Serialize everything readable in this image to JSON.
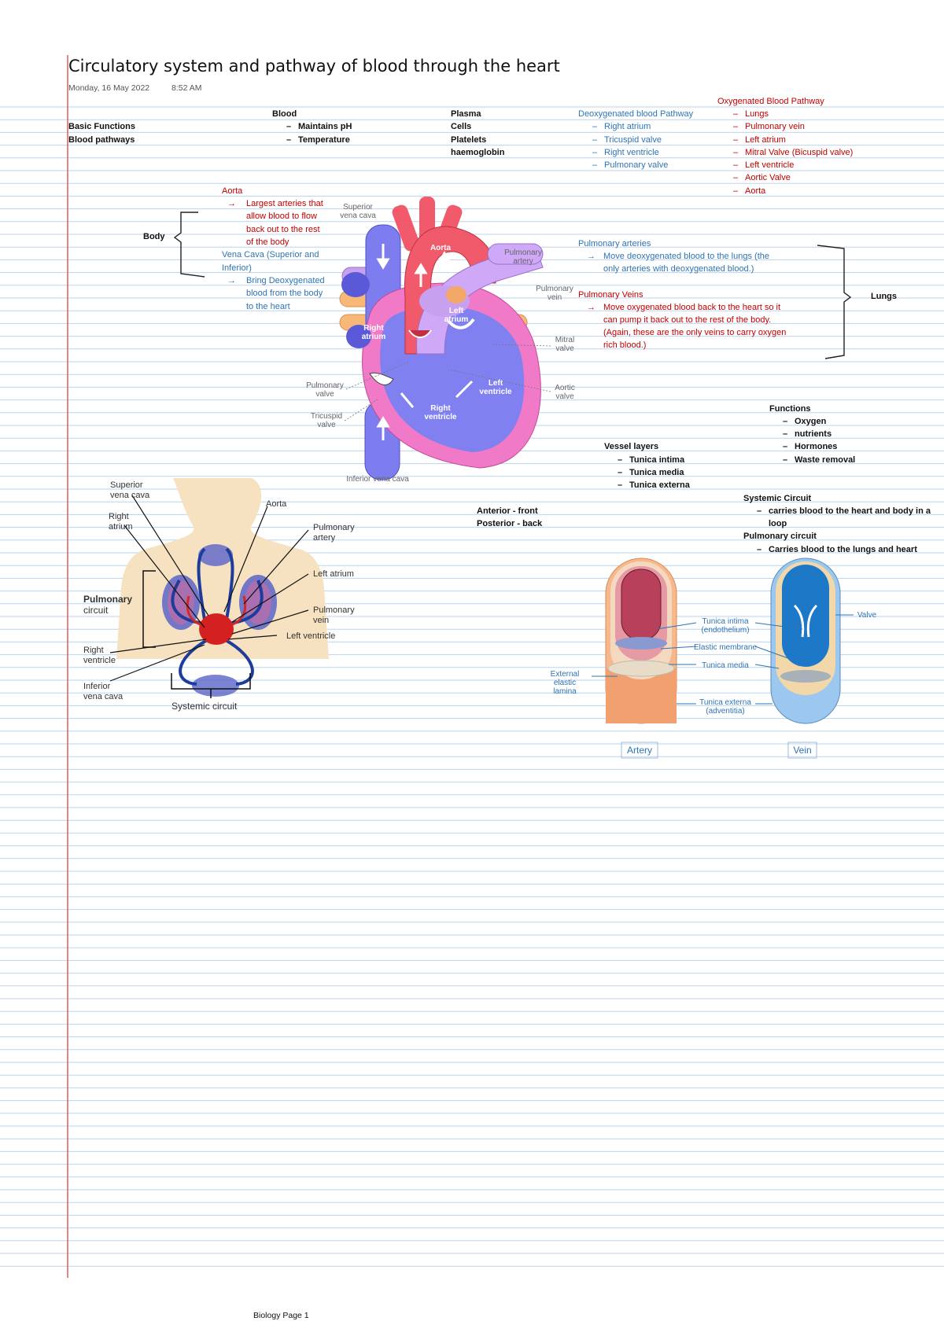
{
  "page": {
    "title": "Circulatory system and pathway of blood through the heart",
    "date": "Monday, 16 May 2022",
    "time": "8:52 AM",
    "footer": "Biology Page 1"
  },
  "notes": {
    "basic_functions": "Basic Functions",
    "blood_pathways": "Blood pathways",
    "blood": {
      "heading": "Blood",
      "items": [
        "Maintains pH",
        "Temperature"
      ]
    },
    "components": [
      "Plasma",
      "Cells",
      "Platelets",
      "haemoglobin"
    ],
    "deoxygenated": {
      "heading": "Deoxygenated blood Pathway",
      "items": [
        "Right atrium",
        "Tricuspid valve",
        "Right ventricle",
        "Pulmonary valve"
      ]
    },
    "oxygenated": {
      "heading": "Oxygenated Blood Pathway",
      "items": [
        "Lungs",
        "Pulmonary vein",
        "Left atrium",
        "Mitral Valve (Bicuspid valve)",
        "Left ventricle",
        "Aortic Valve",
        "Aorta"
      ]
    },
    "body_label": "Body",
    "aorta": {
      "heading": "Aorta",
      "arrow": "→",
      "lines": [
        "Largest arteries that",
        "allow blood to flow",
        "back out to the rest",
        "of the body"
      ]
    },
    "vena_cava": {
      "heading_lines": [
        "Vena Cava (Superior and",
        "Inferior)"
      ],
      "arrow": "→",
      "lines": [
        "Bring Deoxygenated",
        "blood from the body",
        "to the heart"
      ]
    },
    "pulmonary_arteries": {
      "heading": "Pulmonary arteries",
      "arrow": "→",
      "lines": [
        "Move deoxygenated blood to the lungs (the",
        "only arteries with deoxygenated blood.)"
      ]
    },
    "pulmonary_veins": {
      "heading": "Pulmonary Veins",
      "arrow": "→",
      "lines": [
        "Move oxygenated blood back to the heart so it",
        "can pump it back out to the rest of the body.",
        "(Again, these are the only veins to carry oxygen",
        "rich blood.)"
      ]
    },
    "lungs_label": "Lungs",
    "functions": {
      "heading": "Functions",
      "items": [
        "Oxygen",
        "nutrients",
        "Hormones",
        "Waste removal"
      ]
    },
    "vessel_layers": {
      "heading": "Vessel layers",
      "items": [
        "Tunica intima",
        "Tunica media",
        "Tunica externa"
      ]
    },
    "anterior": "Anterior - front",
    "posterior": "Posterior - back",
    "systemic": {
      "heading": "Systemic Circuit",
      "lines": [
        "carries blood to the heart and body in a",
        "loop"
      ]
    },
    "pulmonary_circuit": {
      "heading": "Pulmonary circuit",
      "items": [
        "Carries blood to the lungs and heart"
      ]
    }
  },
  "heart_diagram": {
    "labels": {
      "superior_vena_cava": [
        "Superior",
        "vena cava"
      ],
      "aorta": "Aorta",
      "pulmonary_artery": [
        "Pulmonary",
        "artery"
      ],
      "pulmonary_vein": [
        "Pulmonary",
        "vein"
      ],
      "left_atrium": [
        "Left",
        "atrium"
      ],
      "right_atrium": [
        "Right",
        "atrium"
      ],
      "mitral_valve": [
        "Mitral",
        "valve"
      ],
      "aortic_valve": [
        "Aortic",
        "valve"
      ],
      "pulmonary_valve": [
        "Pulmonary",
        "valve"
      ],
      "tricuspid_valve": [
        "Tricuspid",
        "valve"
      ],
      "left_ventricle": [
        "Left",
        "ventricle"
      ],
      "right_ventricle": [
        "Right",
        "ventricle"
      ],
      "inferior_vena_cava": "Inferior vena cava"
    }
  },
  "circulation_diagram": {
    "labels": {
      "superior_vena_cava": [
        "Superior",
        "vena cava"
      ],
      "right_atrium": [
        "Right",
        "atrium"
      ],
      "aorta": "Aorta",
      "pulmonary_artery": [
        "Pulmonary",
        "artery"
      ],
      "left_atrium": "Left atrium",
      "pulmonary_vein": [
        "Pulmonary",
        "vein"
      ],
      "left_ventricle": "Left ventricle",
      "pulmonary_circuit": [
        "Pulmonary",
        "circuit"
      ],
      "right_ventricle": [
        "Right",
        "ventricle"
      ],
      "inferior_vena_cava": [
        "Inferior",
        "vena cava"
      ],
      "systemic_circuit": "Systemic circuit"
    }
  },
  "vessel_diagram": {
    "labels": {
      "tunica_intima": [
        "Tunica intima",
        "(endothelium)"
      ],
      "elastic_membrane": "Elastic membrane",
      "tunica_media": "Tunica media",
      "external_elastic": [
        "External",
        "elastic",
        "lamina"
      ],
      "tunica_externa": [
        "Tunica externa",
        "(adventitia)"
      ],
      "valve": "Valve",
      "artery": "Artery",
      "vein": "Vein"
    }
  },
  "colors": {
    "rule_line": "#bcd3ee",
    "margin_line": "#e05a5a",
    "blue_text": "#2e74b5",
    "red_text": "#c00000"
  }
}
